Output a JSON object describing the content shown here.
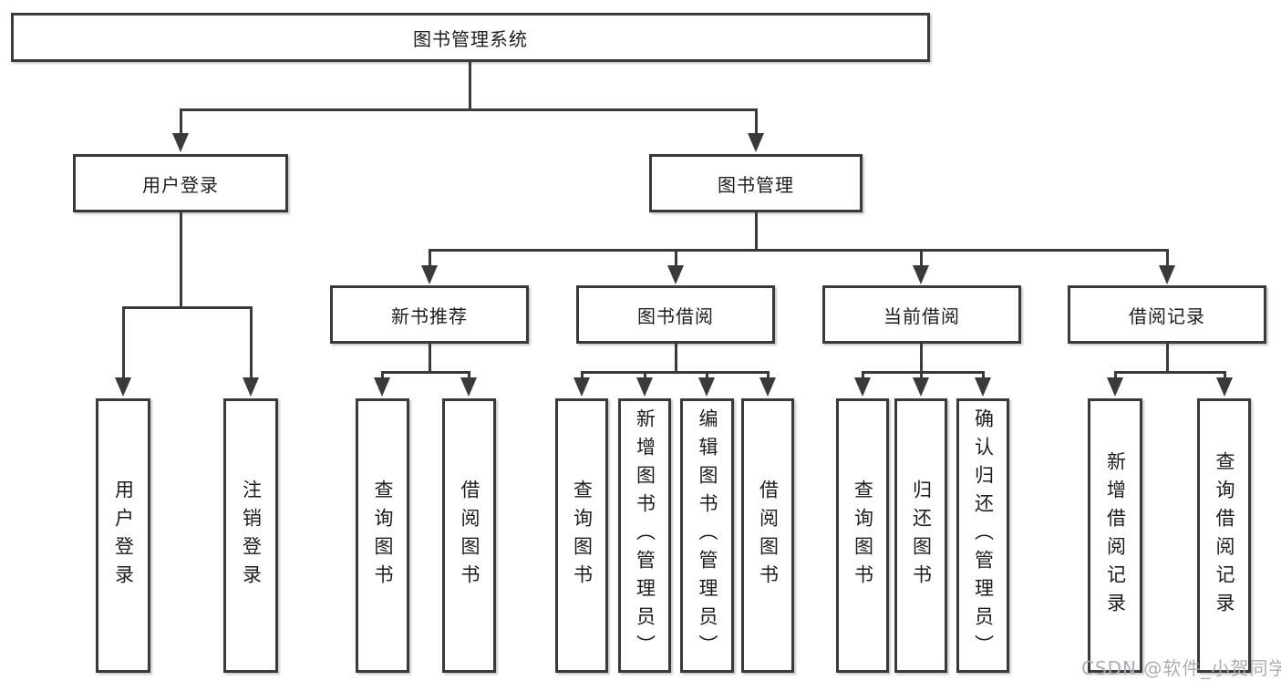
{
  "tree": {
    "root": {
      "label": "图书管理系统",
      "children": [
        {
          "label": "用户登录",
          "leaves": [
            "用户登录",
            "注销登录"
          ]
        },
        {
          "label": "图书管理",
          "children": [
            {
              "label": "新书推荐",
              "leaves": [
                "查询图书",
                "借阅图书"
              ]
            },
            {
              "label": "图书借阅",
              "leaves": [
                "查询图书",
                "新增图书（管理员）",
                "编辑图书（管理员）",
                "借阅图书"
              ]
            },
            {
              "label": "当前借阅",
              "leaves": [
                "查询图书",
                "归还图书",
                "确认归还（管理员）"
              ]
            },
            {
              "label": "借阅记录",
              "leaves": [
                "新增借阅记录",
                "查询借阅记录"
              ]
            }
          ]
        }
      ]
    }
  },
  "watermark": {
    "text": "CSDN @软件_小贺同学"
  },
  "colors": {
    "line": "#3a3a3a",
    "box_border": "#3a3a3a",
    "box_background": "#ffffff",
    "text": "#1d1d1f",
    "watermark": "#aaaeb5",
    "page_background": "#ffffff"
  }
}
